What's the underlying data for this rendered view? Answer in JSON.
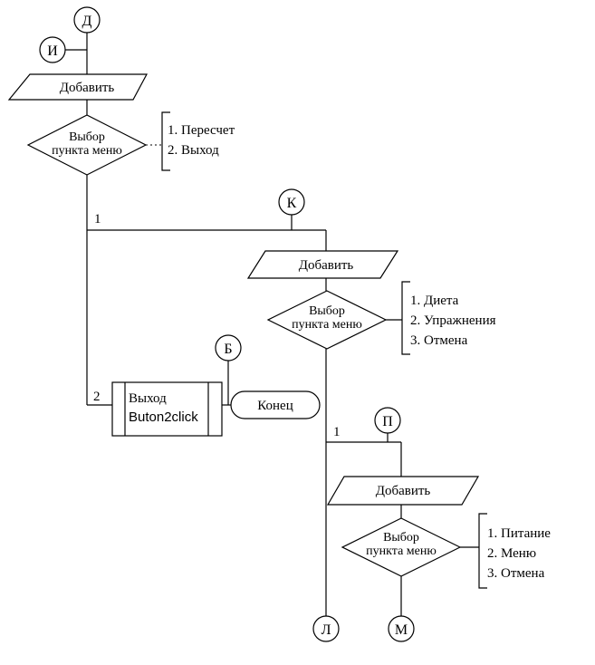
{
  "connectors": {
    "d": "Д",
    "i": "И",
    "k": "К",
    "b": "Б",
    "p": "П",
    "l": "Л",
    "m": "М"
  },
  "io_blocks": {
    "top": "Добавить",
    "middle": "Добавить",
    "bottom": "Добавить"
  },
  "decisions": {
    "top": {
      "line1": "Выбор",
      "line2": "пункта меню"
    },
    "middle": {
      "line1": "Выбор",
      "line2": "пункта меню"
    },
    "bottom": {
      "line1": "Выбор",
      "line2": "пункта меню"
    }
  },
  "comments": {
    "top": [
      "1. Пересчет",
      "2. Выход"
    ],
    "middle": [
      "1. Диета",
      "2. Упражнения",
      "3. Отмена"
    ],
    "bottom": [
      "1. Питание",
      "2. Меню",
      "3. Отмена"
    ]
  },
  "branch_labels": {
    "top_1": "1",
    "top_2": "2",
    "middle_1": "1"
  },
  "process": {
    "line1": "Выход",
    "line2": "Buton2click"
  },
  "terminator": {
    "label": "Конец"
  }
}
